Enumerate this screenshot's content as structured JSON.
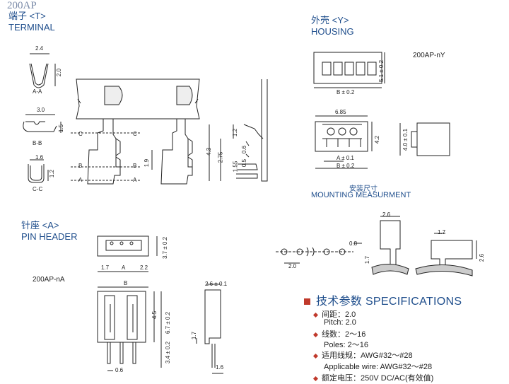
{
  "series_code": "200AP",
  "terminal": {
    "title_cn": "端子 <T>",
    "title_en": "TERMINAL",
    "section_labels": [
      "A-A",
      "B-B",
      "C-C"
    ],
    "dims": {
      "aa_w": "2.4",
      "aa_h": "2.0",
      "bb_w": "3.0",
      "bb_h": "1.5",
      "cc_w": "1.6",
      "cc_h": "1.2",
      "side_1": "1.2",
      "side_2": "2.75",
      "side_3": "4.3",
      "side_4": "1.55",
      "side_5": "0.6",
      "side_6": "0.5",
      "w_19": "1.9"
    },
    "cut_labels": {
      "c": "C",
      "b": "B",
      "a": "A"
    }
  },
  "housing": {
    "title_cn": "外壳 <Y>",
    "title_en": "HOUSING",
    "model": "200AP-nY",
    "dims": {
      "b02": "B ± 0.2",
      "h51": "5.1 ± 0.2",
      "w685": "6.85",
      "h42": "4.2",
      "h40": "4.0 ± 0.1",
      "a01": "A ± 0.1",
      "b02b": "B ± 0.2"
    }
  },
  "mounting": {
    "title_cn": "安装尺寸",
    "title_en": "MOUNTING MEASURMENT",
    "dims": {
      "pitch": "2.0",
      "hole": "0.8",
      "w26": "2.6",
      "h17": "1.7",
      "w17": "1.7",
      "h26": "2.6"
    }
  },
  "pin_header": {
    "title_cn": "针座 <A>",
    "title_en": "PIN HEADER",
    "model": "200AP-nA",
    "dims": {
      "h37": "3.7 ± 0.2",
      "l17": "1.7",
      "a": "A",
      "r22": "2.2",
      "b": "B",
      "w26": "2.6 ± 0.1",
      "h45": "4.5",
      "h67": "6.7 ± 0.2",
      "h34": "3.4 ± 0.2",
      "h17": "1.7",
      "w06": "0.6",
      "w16": "1.6"
    }
  },
  "specifications": {
    "title_cn": "技术参数",
    "title_en": "SPECIFICATIONS",
    "items": [
      {
        "cn": "间距：2.0",
        "en": "Pitch:  2.0"
      },
      {
        "cn": "线数：2～16",
        "en": "Poles: 2～16"
      },
      {
        "cn": "适用线规：AWG#32～#28",
        "en": "Applicable wire: AWG#32～#28"
      },
      {
        "cn": "额定电压：250V DC/AC(有效值)",
        "en": ""
      }
    ]
  },
  "colors": {
    "accent": "#c0392b",
    "title_blue": "#1f4e8c",
    "line": "#222222"
  }
}
